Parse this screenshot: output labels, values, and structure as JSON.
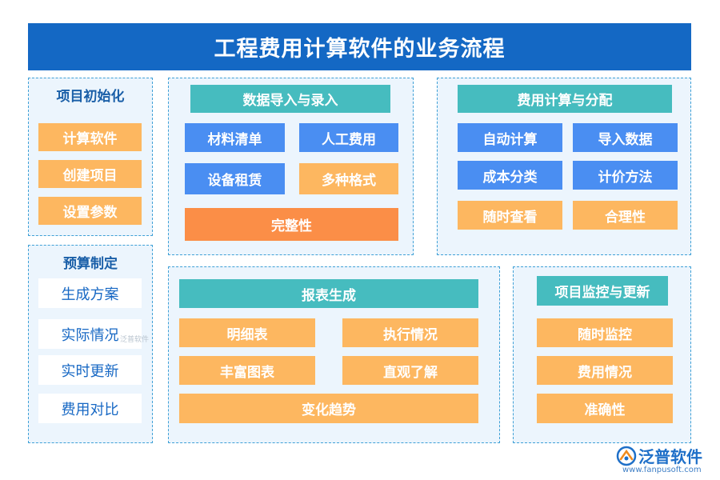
{
  "title": "工程费用计算软件的业务流程",
  "project_init": {
    "heading": "项目初始化",
    "items": [
      "计算软件",
      "创建项目",
      "设置参数"
    ]
  },
  "budget": {
    "heading": "预算制定",
    "items": [
      "生成方案",
      "实际情况",
      "实时更新",
      "费用对比"
    ]
  },
  "data_import": {
    "heading": "数据导入与录入",
    "items": [
      "材料清单",
      "人工费用",
      "设备租赁",
      "多种格式"
    ],
    "bottom": "完整性"
  },
  "cost_calc": {
    "heading": "费用计算与分配",
    "items": [
      "自动计算",
      "导入数据",
      "成本分类",
      "计价方法",
      "随时查看",
      "合理性"
    ]
  },
  "report": {
    "heading": "报表生成",
    "items": [
      "明细表",
      "执行情况",
      "丰富图表",
      "直观了解"
    ],
    "bottom": "变化趋势"
  },
  "monitor": {
    "heading": "项目监控与更新",
    "items": [
      "随时监控",
      "费用情况",
      "准确性"
    ]
  },
  "watermark": "泛普软件",
  "brand": {
    "name": "泛普软件",
    "url": "www.fanpusoft.com"
  }
}
